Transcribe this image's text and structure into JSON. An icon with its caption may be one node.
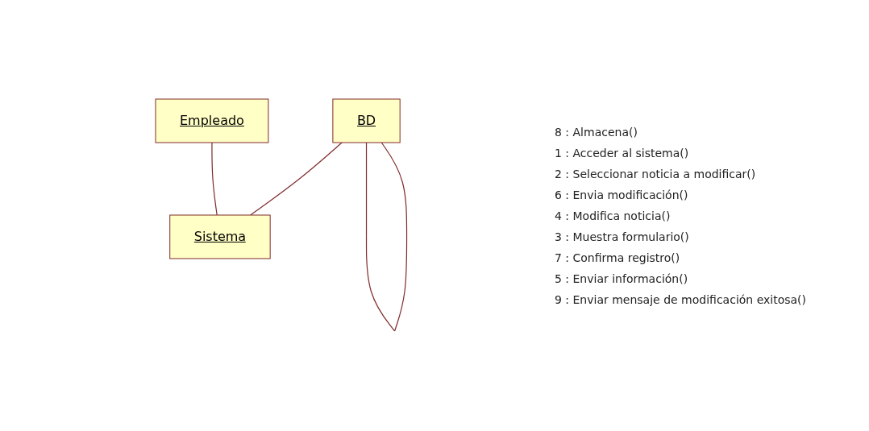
{
  "diagram": {
    "nodes": [
      {
        "text": [
          "Empleado"
        ]
      },
      {
        "text": [
          "BD"
        ]
      },
      {
        "text": [
          "Sistema"
        ]
      }
    ],
    "edges": [
      {
        "from": 0,
        "to": 2,
        "arrow": "none"
      },
      {
        "from": 1,
        "to": 2,
        "arrow": "none"
      },
      {
        "from": 1,
        "to": 1,
        "arrow": "none"
      }
    ],
    "labels": [
      "8 : Almacena()",
      "1 : Acceder al sistema()",
      "2 : Seleccionar noticia a modificar()",
      "6 : Envia modificación()",
      "4 : Modifica noticia()",
      "3 : Muestra formulario()",
      "7 : Confirma registro()",
      "5 : Enviar información()",
      "9 : Enviar mensaje de modificación exitosa()"
    ]
  }
}
